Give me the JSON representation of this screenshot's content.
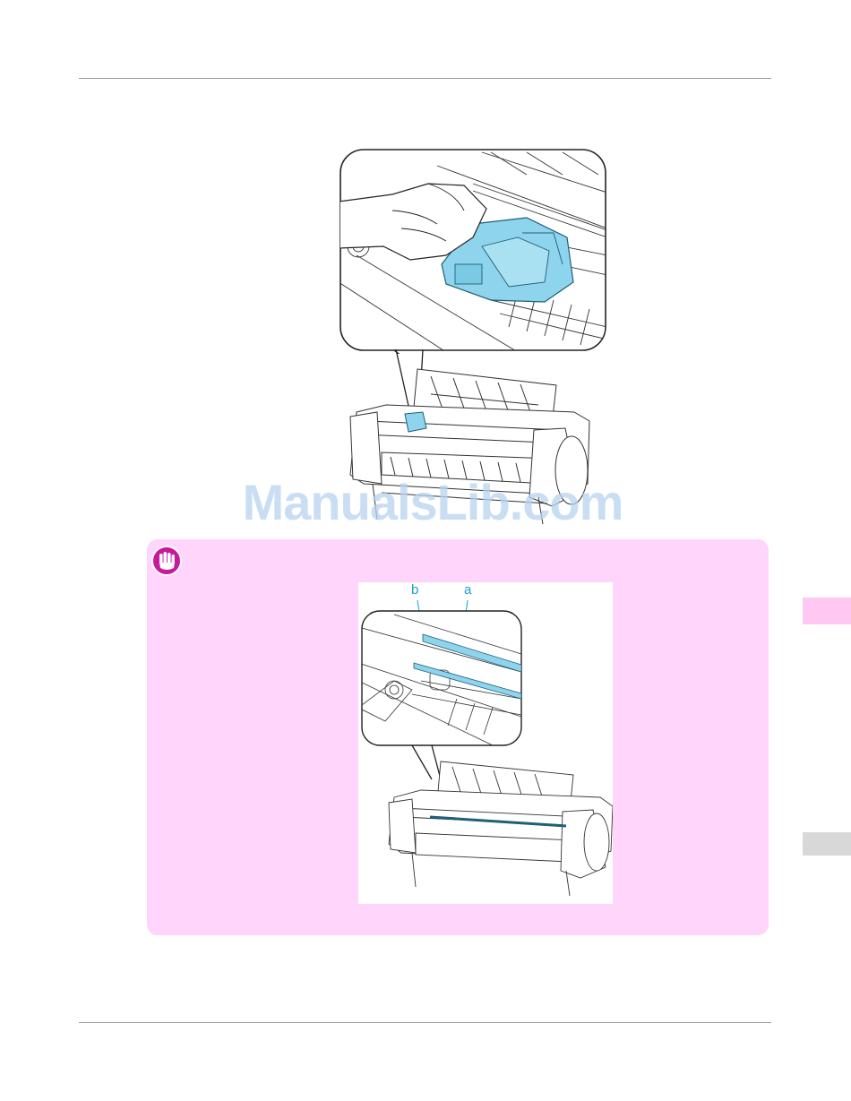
{
  "watermark": "ManualsLib.com",
  "note": {
    "icon": "important-hand-icon",
    "callouts": {
      "b": "b",
      "a": "a"
    }
  },
  "colors": {
    "note_background": "#ffd5fb",
    "accent_blue": "#8ed4ec",
    "callout_blue": "#1a9ed8",
    "icon_magenta": "#c8189b"
  }
}
